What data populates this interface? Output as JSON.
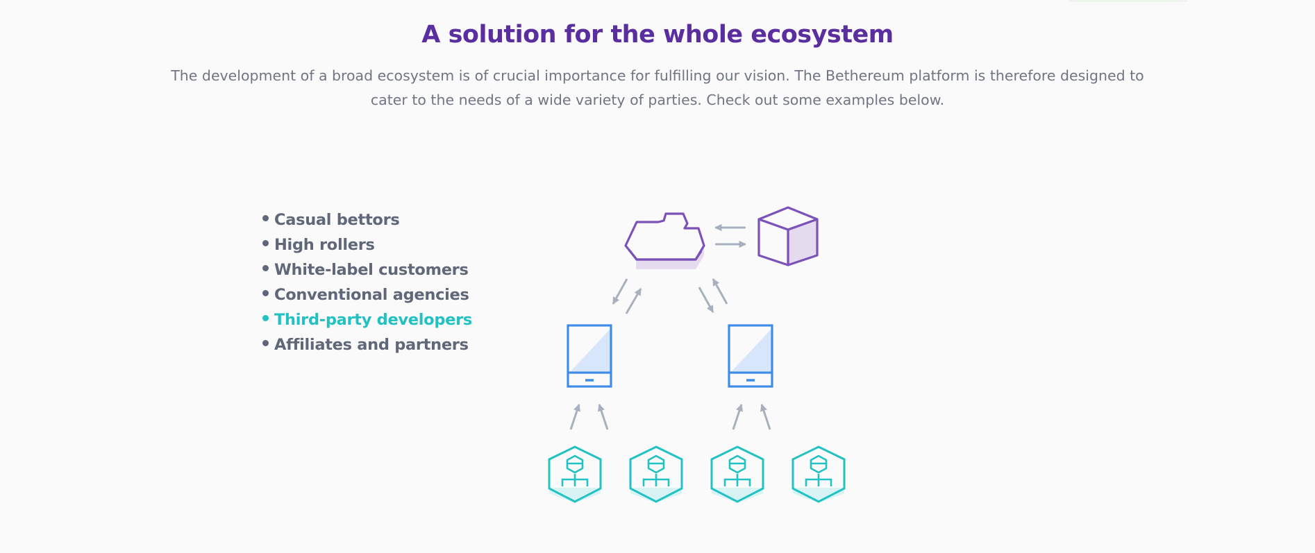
{
  "section": {
    "title": "A solution for the whole ecosystem",
    "description_line1": "The development of a broad ecosystem is of crucial importance for fulfilling our vision. The Bethereum platform is therefore designed to",
    "description_line2": "cater to the needs of a wide variety of parties. Check out some examples below."
  },
  "parties": [
    {
      "label": "Casual bettors",
      "active": false
    },
    {
      "label": "High rollers",
      "active": false
    },
    {
      "label": "White-label customers",
      "active": false
    },
    {
      "label": "Conventional agencies",
      "active": false
    },
    {
      "label": "Third-party developers",
      "active": true
    },
    {
      "label": "Affiliates and partners",
      "active": false
    }
  ],
  "colors": {
    "title": "#5b2e9f",
    "text": "#5f6778",
    "active": "#22c1c3",
    "purple_icon": "#7b52b9",
    "blue_icon": "#3f8ce8",
    "teal_icon": "#22c1c3",
    "arrow": "#a9b0bd"
  },
  "diagram": {
    "icons": [
      "cloud-icon",
      "cube-icon",
      "tablet-icon",
      "tablet-icon",
      "user-hexagon-icon",
      "user-hexagon-icon",
      "user-hexagon-icon",
      "user-hexagon-icon"
    ]
  }
}
